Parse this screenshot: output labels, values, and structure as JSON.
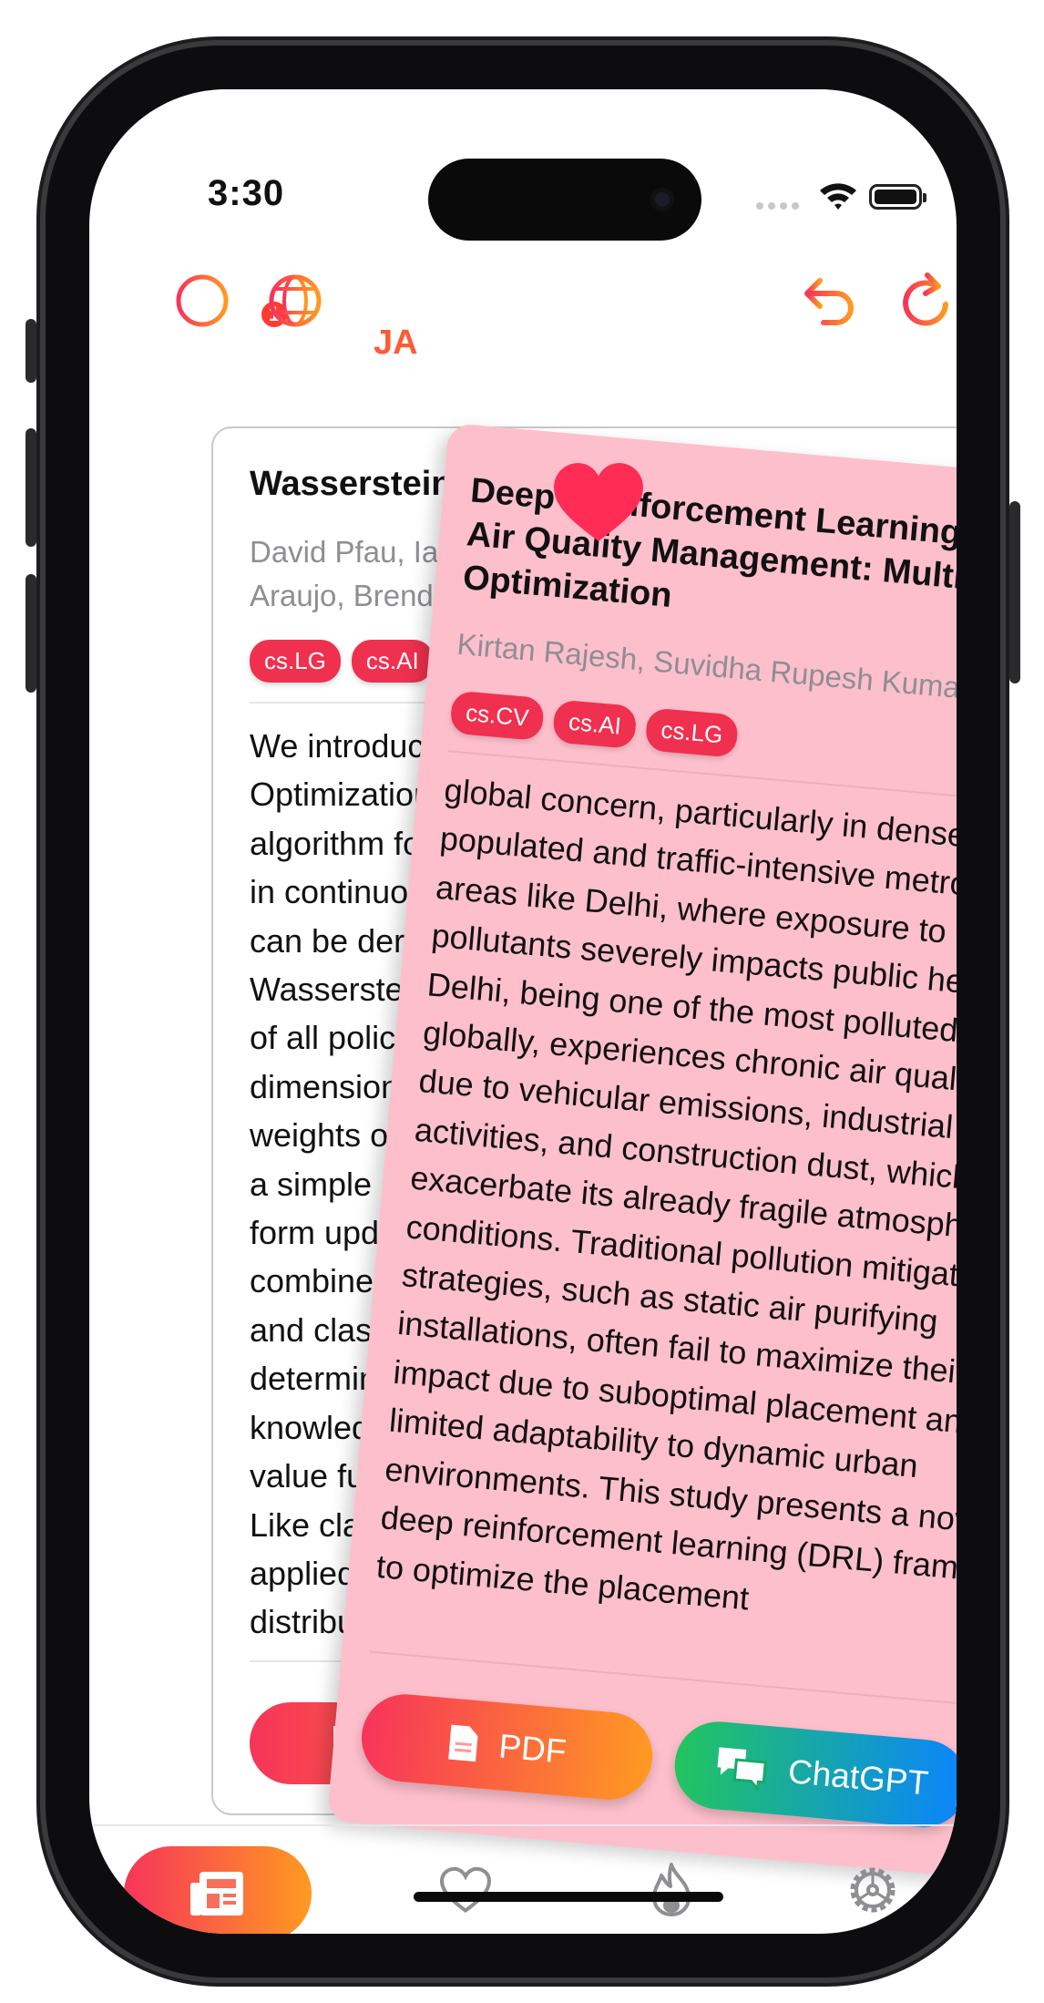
{
  "status_bar": {
    "time": "3:30"
  },
  "top_bar": {
    "filter_badge_count": "1",
    "language": "JA"
  },
  "back_card": {
    "title": "Wasserstein Po",
    "authors": "David Pfau, Ian D\nAraujo, Brendan",
    "tags": [
      "cs.LG",
      "cs.AI"
    ],
    "abstract_lines": [
      "We introduce W",
      "Optimization (",
      "algorithm for r",
      "in continuous",
      "can be derive",
      "Wasserstein",
      "of all policies",
      "dimensional",
      "weights of a",
      "a simple and",
      "form update",
      "combines n",
      "and classic",
      "deterministi",
      "knowledge",
      "value func",
      "Like classi",
      "applied to",
      "distributio"
    ]
  },
  "front_card": {
    "title": "Deep Reinforcement Learning for Urban Air Quality Management: Multi-Objective Optimization",
    "authors": "Kirtan Rajesh, Suvidha Rupesh Kumar",
    "tags": [
      "cs.CV",
      "cs.AI",
      "cs.LG"
    ],
    "abstract": "global concern, particularly in densely populated and traffic-intensive metropolitan areas like Delhi, where exposure to harmful pollutants severely impacts public health. Delhi, being one of the most polluted cities globally, experiences chronic air quality issues due to vehicular emissions, industrial activities, and construction dust, which exacerbate its already fragile atmospheric conditions. Traditional pollution mitigation strategies, such as static air purifying installations, often fail to maximize their impact due to suboptimal placement and limited adaptability to dynamic urban environments. This study presents a novel deep reinforcement learning (DRL) framework to optimize the placement",
    "pdf_label": "PDF",
    "chatgpt_label": "ChatGPT"
  },
  "colors": {
    "accent_start": "#f7345a",
    "accent_end": "#ff9a22",
    "tag": "#f0304f",
    "front_card_bg": "#fdbfcb",
    "chatgpt_start": "#22c55e",
    "chatgpt_end": "#0a84ff",
    "heart": "#ff2d55"
  },
  "tab_bar": {
    "items": [
      "feed-icon",
      "heart-icon",
      "flame-icon",
      "gear-icon"
    ],
    "active": "feed-icon"
  }
}
